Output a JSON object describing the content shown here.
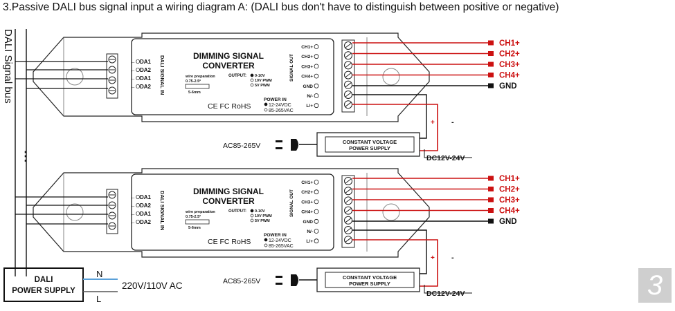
{
  "title": "3.Passive DALI bus signal input a wiring diagram A: (DALI bus don't have to distinguish between positive or negative)",
  "bus_label": "DALI Signal bus",
  "ellipsis": "⋮",
  "page_number": "3",
  "dali_supply": {
    "label_line1": "DALI",
    "label_line2": "POWER SUPPLY",
    "neutral": "N",
    "live": "L",
    "mains": "220V/110V AC"
  },
  "converters": [
    {
      "title_line1": "DIMMING SIGNAL",
      "title_line2": "CONVERTER",
      "dali_terminals": [
        "DA1",
        "DA2",
        "DA1",
        "DA2"
      ],
      "dali_vertical": "DALI SIGNAL IN",
      "wire_prep": "wire preparation",
      "wire_size": "0.75-2.5²",
      "strip_len": "5-6mm",
      "output_label": "OUTPUT:",
      "output_options": [
        "0-10V",
        "10V PWM",
        "5V PWM"
      ],
      "certs": "CE FC RoHS",
      "power_in": "POWER IN",
      "power_options": [
        "12-24VDC",
        "85-265VAC"
      ],
      "signal_out": "SIGNAL OUT",
      "out_terminals": [
        "CH1+",
        "CH2+",
        "CH3+",
        "CH4+",
        "GND",
        "N/-",
        "L/+"
      ],
      "outputs": [
        "CH1+",
        "CH2+",
        "CH3+",
        "CH4+",
        "GND"
      ],
      "ac_label": "AC85-265V",
      "psu_line1": "CONSTANT VOLTAGE",
      "psu_line2": "POWER SUPPLY",
      "plus": "+",
      "minus": "-",
      "dc_label": "DC12V-24V"
    },
    {
      "title_line1": "DIMMING SIGNAL",
      "title_line2": "CONVERTER",
      "dali_terminals": [
        "DA1",
        "DA2",
        "DA1",
        "DA2"
      ],
      "dali_vertical": "DALI SIGNAL IN",
      "wire_prep": "wire preparation",
      "wire_size": "0.75-2.5²",
      "strip_len": "5-6mm",
      "output_label": "OUTPUT:",
      "output_options": [
        "0-10V",
        "10V PWM",
        "5V PWM"
      ],
      "certs": "CE FC RoHS",
      "power_in": "POWER IN",
      "power_options": [
        "12-24VDC",
        "85-265VAC"
      ],
      "signal_out": "SIGNAL OUT",
      "out_terminals": [
        "CH1+",
        "CH2+",
        "CH3+",
        "CH4+",
        "GND",
        "N/-",
        "L/+"
      ],
      "outputs": [
        "CH1+",
        "CH2+",
        "CH3+",
        "CH4+",
        "GND"
      ],
      "ac_label": "AC85-265V",
      "psu_line1": "CONSTANT VOLTAGE",
      "psu_line2": "POWER SUPPLY",
      "plus": "+",
      "minus": "-",
      "dc_label": "DC12V-24V"
    }
  ],
  "colors": {
    "wire_red": "#cc1111",
    "wire_black": "#111111",
    "neutral_blue": "#5aa0d8",
    "outline": "#222222"
  }
}
